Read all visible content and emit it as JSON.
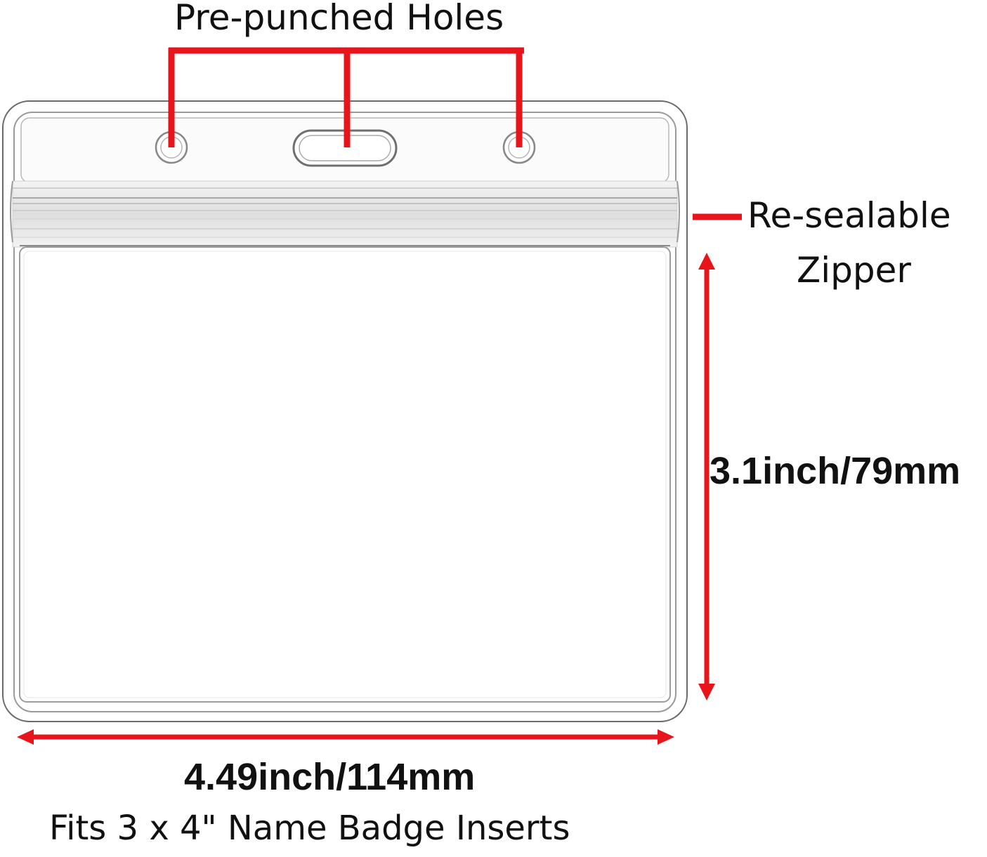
{
  "labels": {
    "holes": "Pre-punched Holes",
    "zipper_line1": "Re-sealable",
    "zipper_line2": "Zipper",
    "height": "3.1inch/79mm",
    "width": "4.49inch/114mm",
    "fits": "Fits 3 x 4\" Name Badge Inserts"
  },
  "colors": {
    "accent": "#e8141c",
    "outline": "#555555",
    "text": "#111111"
  }
}
